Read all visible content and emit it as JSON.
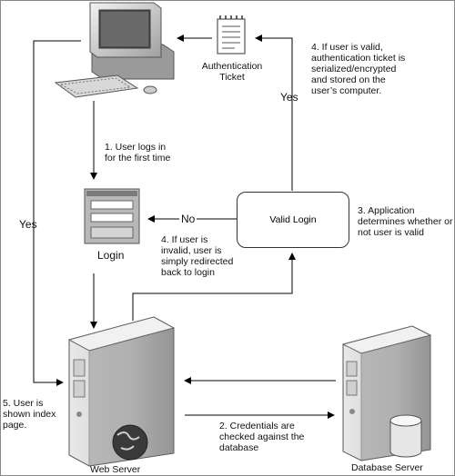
{
  "labels": {
    "auth_ticket": "Authentication\nTicket",
    "step1": "1. User logs in\nfor the first time",
    "step2": "2. Credentials are\nchecked against the\ndatabase",
    "step3": "3. Application\ndetermines whether or\nnot user is valid",
    "step4_invalid": "4. If user is\ninvalid, user is\nsimply redirected\nback to login",
    "step4_valid": "4. If user is valid,\nauthentication ticket is\nserialized/encrypted\nand stored on the\nuser’s computer.",
    "step5": "5. User is\nshown index\npage.",
    "yes_top": "Yes",
    "yes_left": "Yes",
    "no": "No",
    "login": "Login",
    "valid_login": "Valid Login",
    "web_server": "Web Server",
    "database_server": "Database Server"
  },
  "icons": {
    "computer": "desktop-computer-icon",
    "ticket": "ticket-document-icon",
    "login_form": "login-form-icon",
    "web_server": "web-server-tower-icon",
    "database_server": "database-server-tower-icon"
  }
}
